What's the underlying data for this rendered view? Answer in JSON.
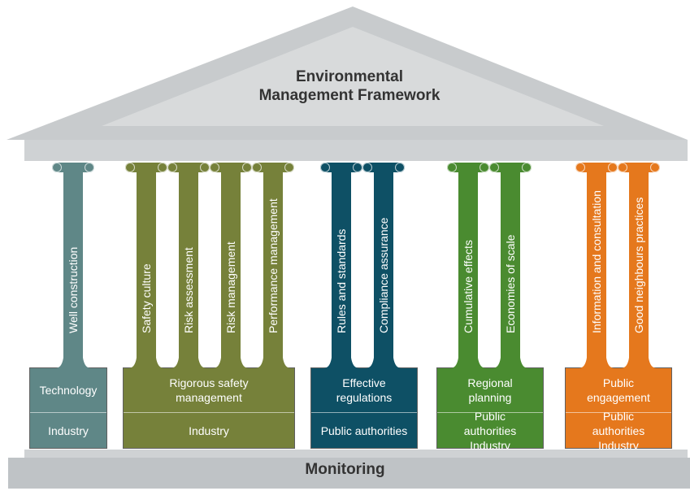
{
  "title": {
    "line1": "Environmental",
    "line2": "Management Framework"
  },
  "base_label": "Monitoring",
  "colors": {
    "technology": "#5f8787",
    "safety": "#76813a",
    "regulations": "#0e5065",
    "planning": "#4a8b30",
    "engagement": "#e5781d",
    "roof": "#c8cbcd",
    "roof_inner": "#d8dadb"
  },
  "groups": [
    {
      "id": "technology",
      "top_label": "Technology",
      "bottom_label": "Industry",
      "columns": [
        "Well construction"
      ]
    },
    {
      "id": "safety",
      "top_label": "Rigorous safety management",
      "bottom_label": "Industry",
      "columns": [
        "Safety culture",
        "Risk assessment",
        "Risk management",
        "Performance management"
      ]
    },
    {
      "id": "regulations",
      "top_label": "Effective regulations",
      "bottom_label": "Public authorities",
      "columns": [
        "Rules and standards",
        "Compliance assurance"
      ]
    },
    {
      "id": "planning",
      "top_label": "Regional planning",
      "bottom_label": "Public authorities Industry",
      "columns": [
        "Cumulative effects",
        "Economies of scale"
      ]
    },
    {
      "id": "engagement",
      "top_label": "Public engagement",
      "bottom_label": "Public authorities Industry",
      "columns": [
        "Information and consultation",
        "Good neighbours practices"
      ]
    }
  ]
}
